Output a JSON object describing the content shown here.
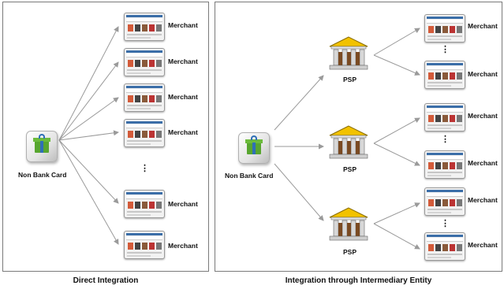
{
  "left_panel": {
    "caption": "Direct Integration",
    "source_label": "Non Bank Card",
    "merchant_label": "Merchant",
    "ellipsis": "⋮"
  },
  "right_panel": {
    "caption": "Integration through Intermediary Entity",
    "source_label": "Non Bank Card",
    "psp_label": "PSP",
    "merchant_label": "Merchant",
    "ellipsis": "⋮"
  },
  "icons": {
    "card": "gift-card-icon",
    "psp": "bank-building-icon",
    "merchant": "webpage-thumbnail-icon"
  },
  "colors": {
    "arrow": "#9a9a9a",
    "panel_border": "#7a7a7a",
    "bank_roof": "#f2c200",
    "gift": "#58a62f"
  }
}
